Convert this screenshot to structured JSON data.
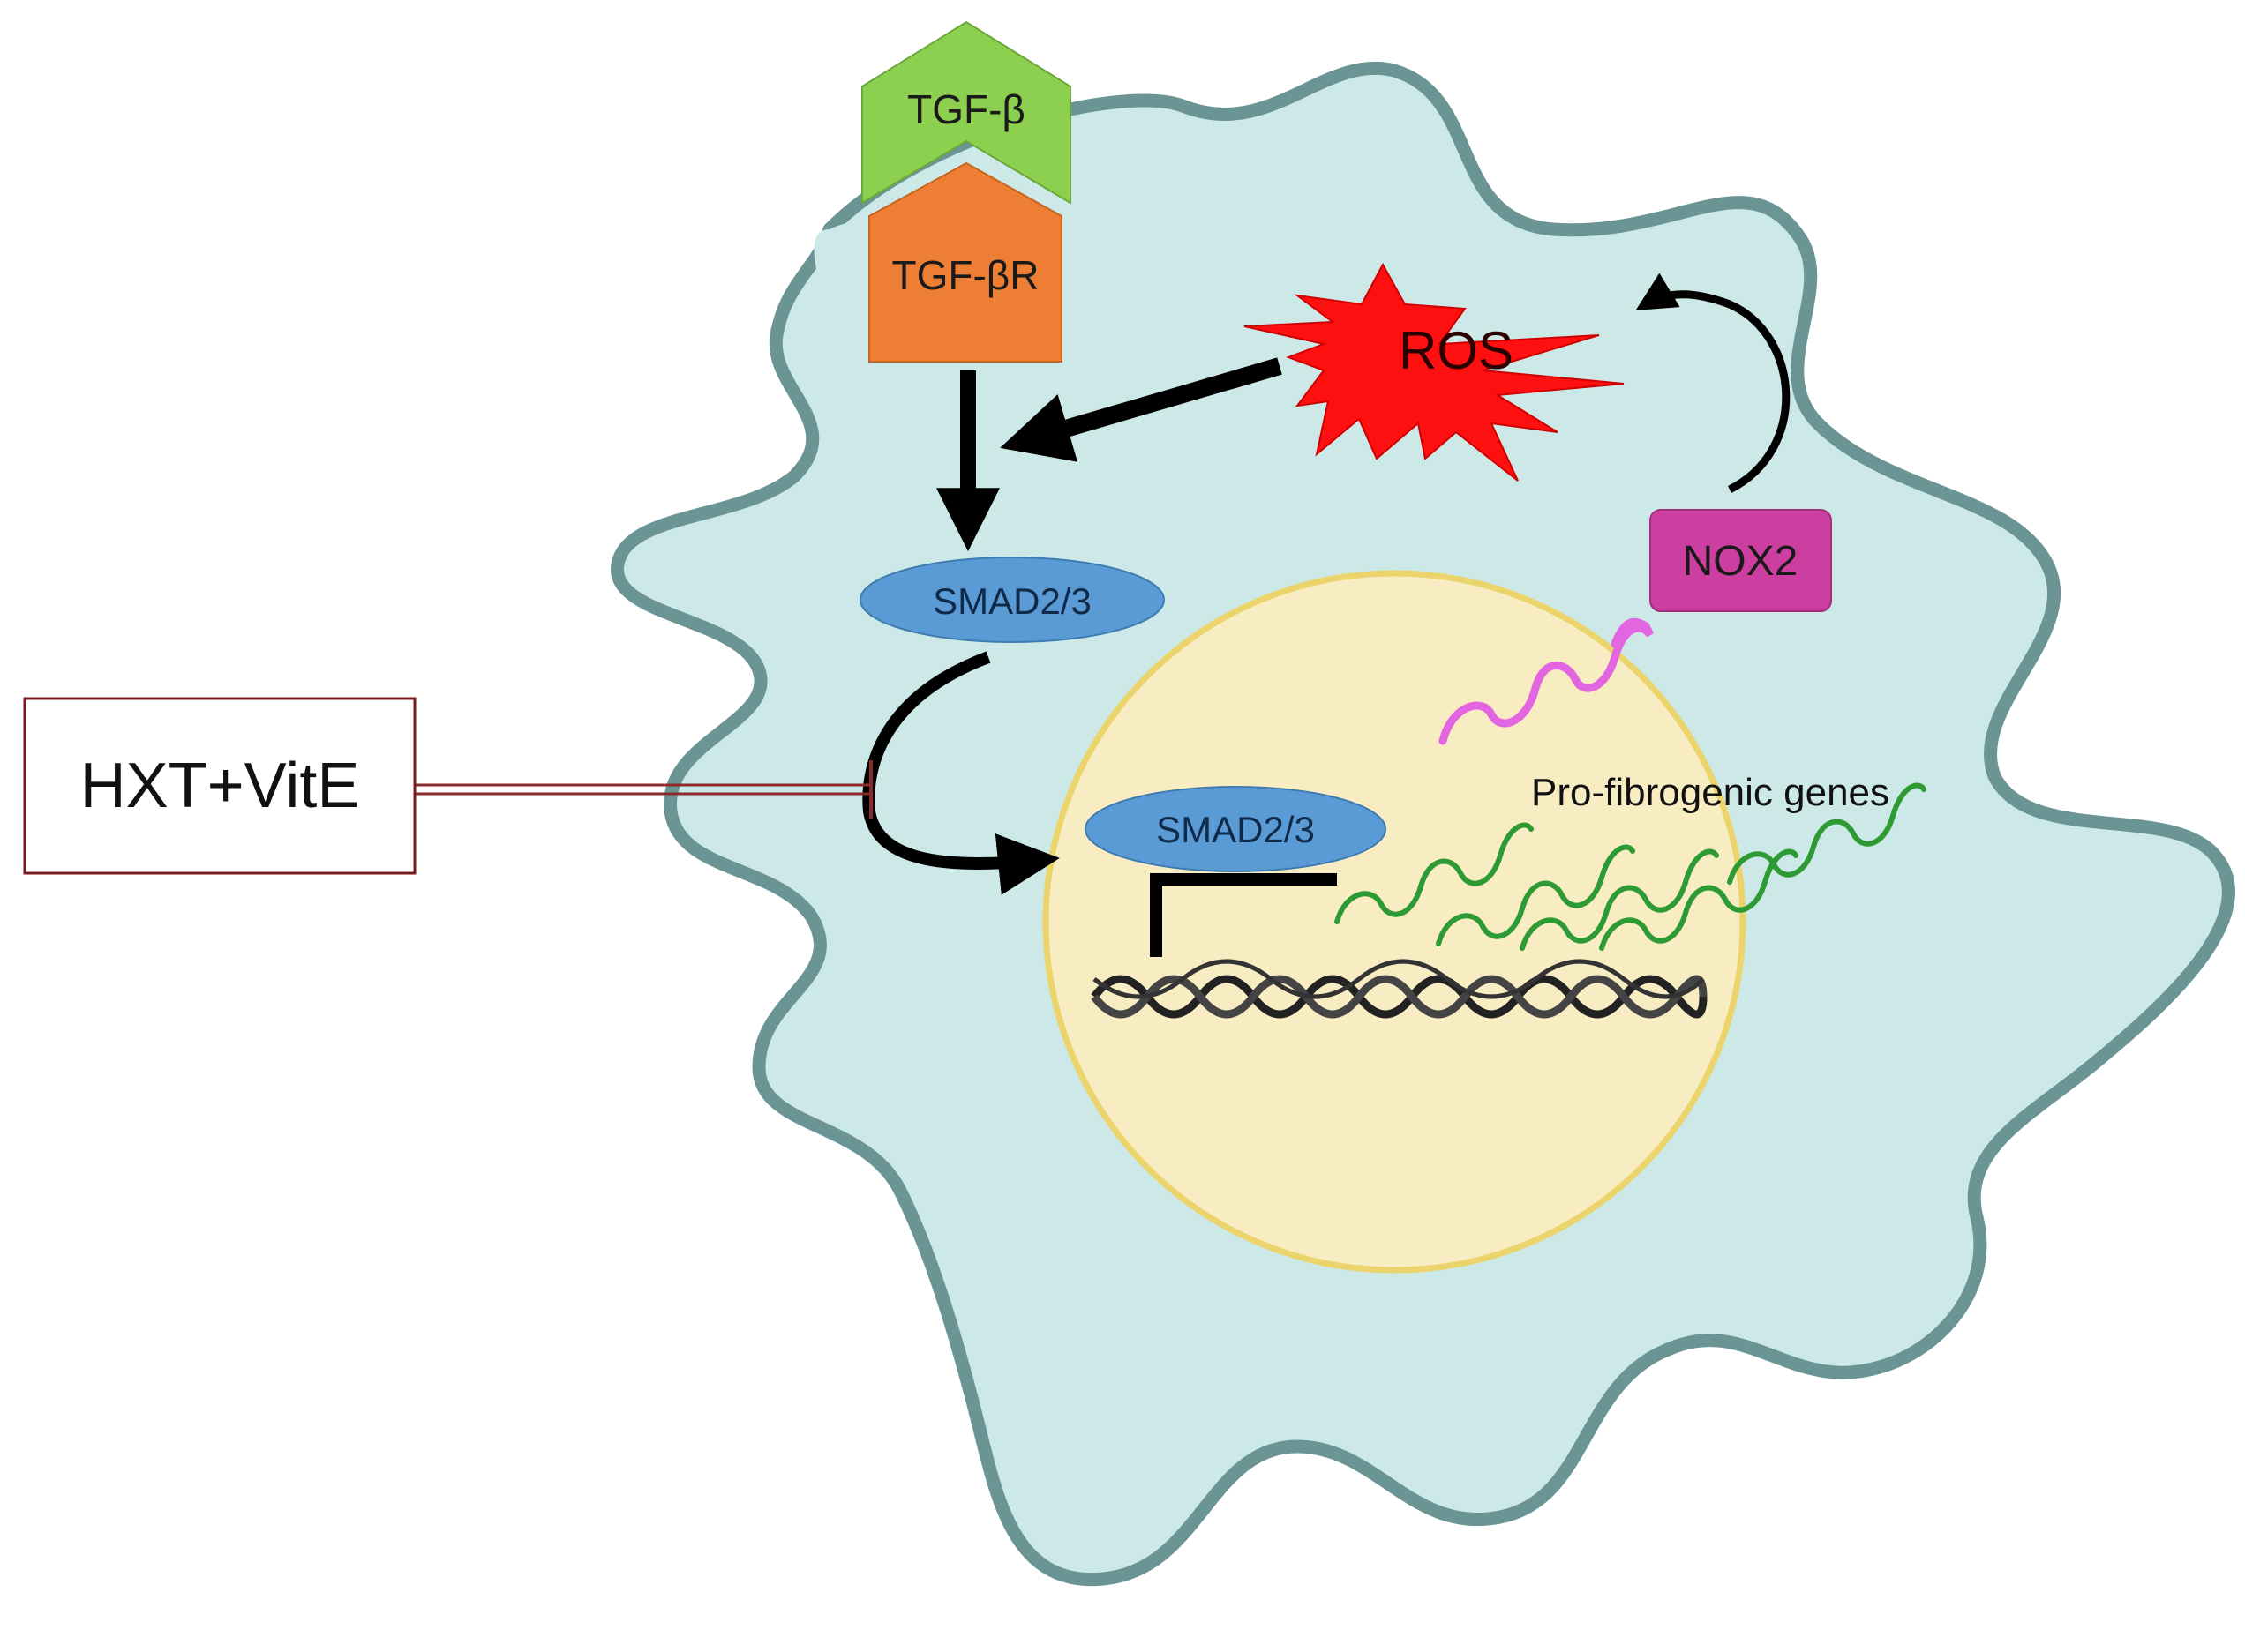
{
  "labels": {
    "ligand": "TGF-β",
    "receptor": "TGF-βR",
    "ros": "ROS",
    "nox2": "NOX2",
    "smad_cytoplasm": "SMAD2/3",
    "smad_nucleus": "SMAD2/3",
    "genes": "Pro-fibrogenic genes",
    "treatment": "HXT+VitE"
  },
  "colors": {
    "cell_fill": "#cde9e7",
    "cell_membrane": "#6b9494",
    "nucleus_fill": "#f8ecc2",
    "nucleus_border": "#ecd46c",
    "ligand": "#8dcf4e",
    "receptor": "#ee7e33",
    "ros": "#ff1010",
    "nox2": "#cd3ea1",
    "smad": "#5b9bd5",
    "mrna_pink": "#e266e0",
    "mrna_green": "#2d9a33",
    "inhibitor_line": "#8b2a2a",
    "treatment_border": "#7a1a1a"
  }
}
